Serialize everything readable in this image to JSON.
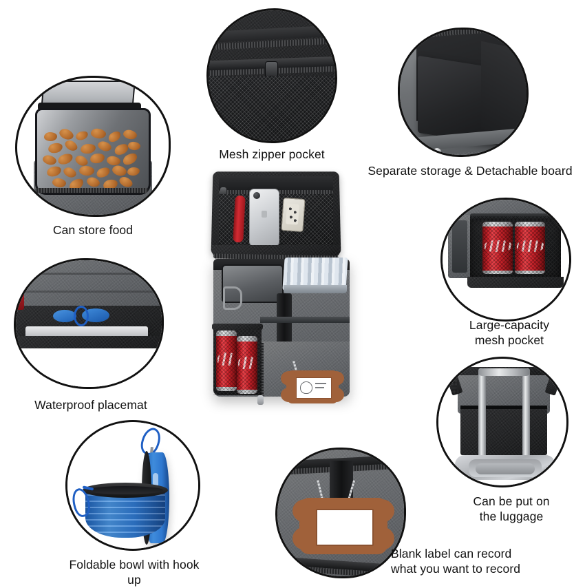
{
  "page": {
    "kind": "product-feature-infographic",
    "background_color": "#ffffff",
    "outline_color": "#111111",
    "text_color": "#111111"
  },
  "palette": {
    "fabric_grey": "#63666a",
    "fabric_dark": "#202123",
    "coke_red": "#c8222a",
    "bowl_blue": "#2e7fd4",
    "leather_brown": "#a0613a",
    "metal_silver": "#c9ccd0",
    "kibble_brown": "#b26a2c"
  },
  "features": [
    {
      "id": "can-store-food",
      "caption": "Can store food",
      "subject": "insulated compartment filled with dry pet food kibble"
    },
    {
      "id": "mesh-zipper-pocket",
      "caption": "Mesh zipper pocket",
      "subject": "black mesh pocket with horizontal zipper and pull tab"
    },
    {
      "id": "separate-storage",
      "caption": "Separate storage & Detachable board",
      "subject": "interior divided by removable padded divider board"
    },
    {
      "id": "large-capacity-mesh-pocket",
      "caption": "Large-capacity\nmesh pocket",
      "subject": "side mesh pocket holding two Coca-Cola cans"
    },
    {
      "id": "waterproof-placemat",
      "caption": "Waterproof placemat",
      "subject": "flat waterproof placemat stored in the rear slip pocket"
    },
    {
      "id": "foldable-bowl",
      "caption": "Foldable bowl with hook up",
      "subject": "blue collapsible silicone bowls with carabiner clips"
    },
    {
      "id": "blank-label",
      "caption": "Blank label can record\nwhat you want to record",
      "subject": "bone-shaped brown leather ID tag with blank white card"
    },
    {
      "id": "luggage",
      "caption": "Can be put on\nthe luggage",
      "subject": "bag sleeve slid over an extended suitcase trolley handle"
    }
  ],
  "center_product": {
    "id": "pet-travel-bag",
    "name": "Pet travel tote bag",
    "details": [
      "lid interior mesh zip pocket",
      "red grooming comb",
      "white smartphone",
      "folding pet brush",
      "grey food container",
      "blue-striped blanket",
      "black carry handle",
      "side mesh pocket with two Coca-Cola cans",
      "bone-shaped leather name tag"
    ],
    "brand_on_cans": "Coca-Cola"
  }
}
